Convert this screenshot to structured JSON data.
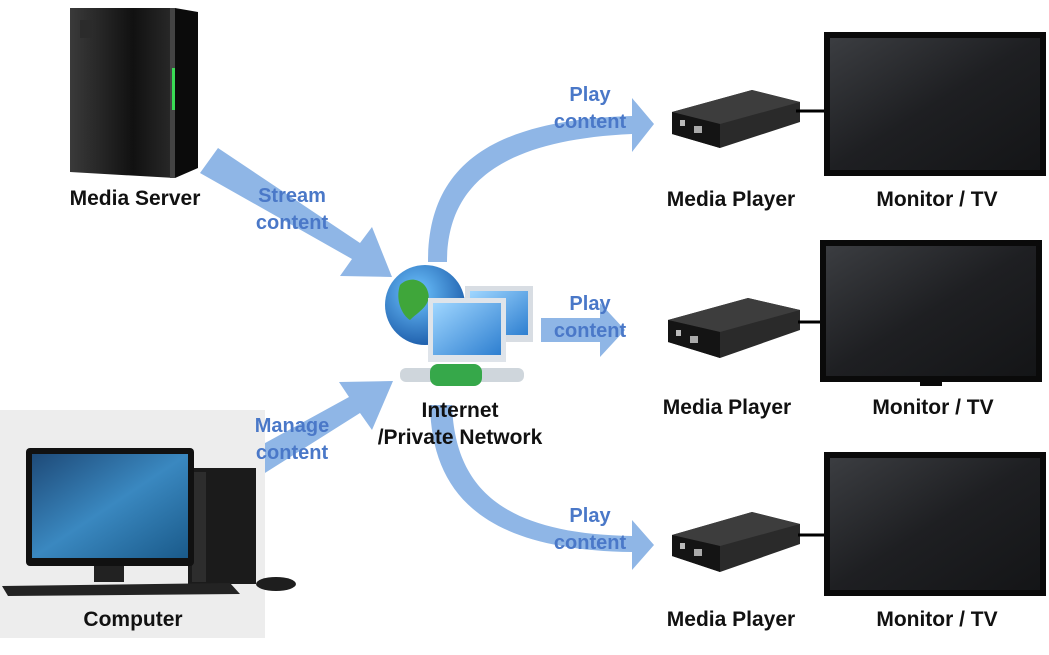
{
  "nodes": {
    "media_server": "Media Server",
    "computer": "Computer",
    "network_line1": "Internet",
    "network_line2": "/Private Network",
    "media_player": "Media Player",
    "monitor": "Monitor / TV"
  },
  "arrows": {
    "stream": [
      "Stream",
      "content"
    ],
    "manage": [
      "Manage",
      "content"
    ],
    "play": [
      "Play",
      "content"
    ]
  },
  "colors": {
    "arrow": "#8fb6e6",
    "arrow_text": "#4a78c8",
    "device_dark": "#1c1c1c"
  }
}
